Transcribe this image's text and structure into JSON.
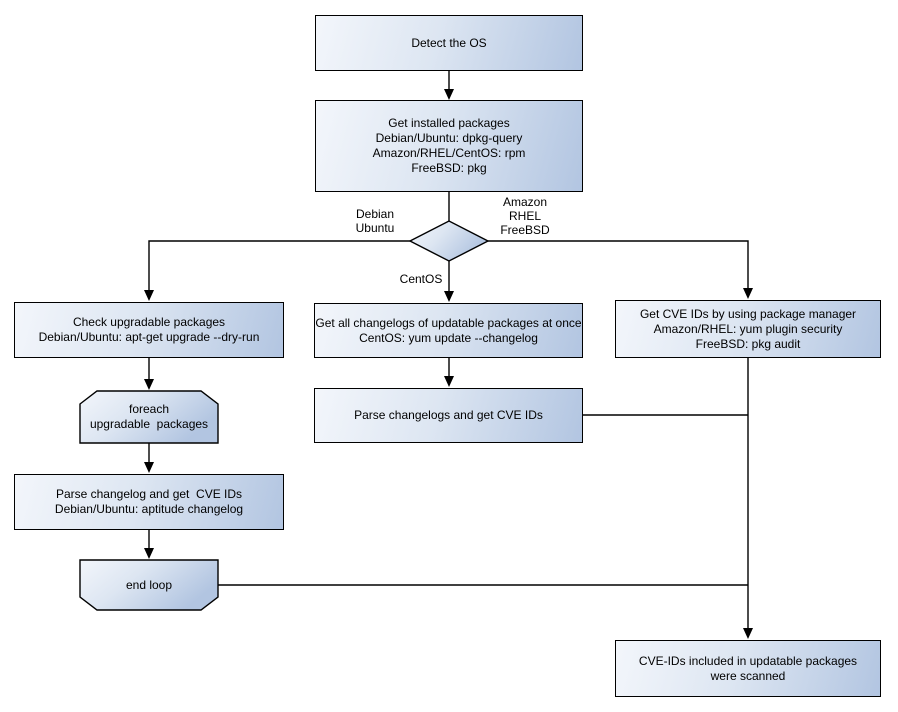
{
  "colors": {
    "node_fill_light": "#f3f6fb",
    "node_fill_dark": "#b2c5e1",
    "stroke": "#000000",
    "text": "#000000",
    "background": "#ffffff"
  },
  "nodes": {
    "detect_os": {
      "lines": [
        "Detect the OS"
      ]
    },
    "get_installed_packages": {
      "lines": [
        "Get installed packages",
        "Debian/Ubuntu: dpkg-query",
        "Amazon/RHEL/CentOS: rpm",
        "FreeBSD: pkg"
      ]
    },
    "check_upgradable": {
      "lines": [
        "Check upgradable packages",
        "Debian/Ubuntu: apt-get upgrade --dry-run"
      ]
    },
    "foreach_loop": {
      "lines": [
        "foreach",
        "upgradable  packages"
      ]
    },
    "parse_changelog_debian": {
      "lines": [
        "Parse changelog and get  CVE IDs",
        "Debian/Ubuntu: aptitude changelog"
      ]
    },
    "end_loop": {
      "lines": [
        "end loop"
      ]
    },
    "get_all_changelogs": {
      "lines": [
        "Get all changelogs of updatable packages at once",
        "CentOS: yum update --changelog"
      ]
    },
    "parse_changelogs_centos": {
      "lines": [
        "Parse changelogs and get CVE IDs"
      ]
    },
    "get_cve_package_manager": {
      "lines": [
        "Get CVE IDs by using package manager",
        "Amazon/RHEL: yum plugin security",
        "FreeBSD: pkg audit"
      ]
    },
    "scanned_result": {
      "lines": [
        "CVE-IDs included in updatable packages",
        "were scanned"
      ]
    }
  },
  "edge_labels": {
    "debian_ubuntu": {
      "lines": [
        "Debian",
        "Ubuntu"
      ]
    },
    "amazon_rhel_freebsd": {
      "lines": [
        "Amazon",
        "RHEL",
        "FreeBSD"
      ]
    },
    "centos": {
      "lines": [
        "CentOS"
      ]
    }
  }
}
